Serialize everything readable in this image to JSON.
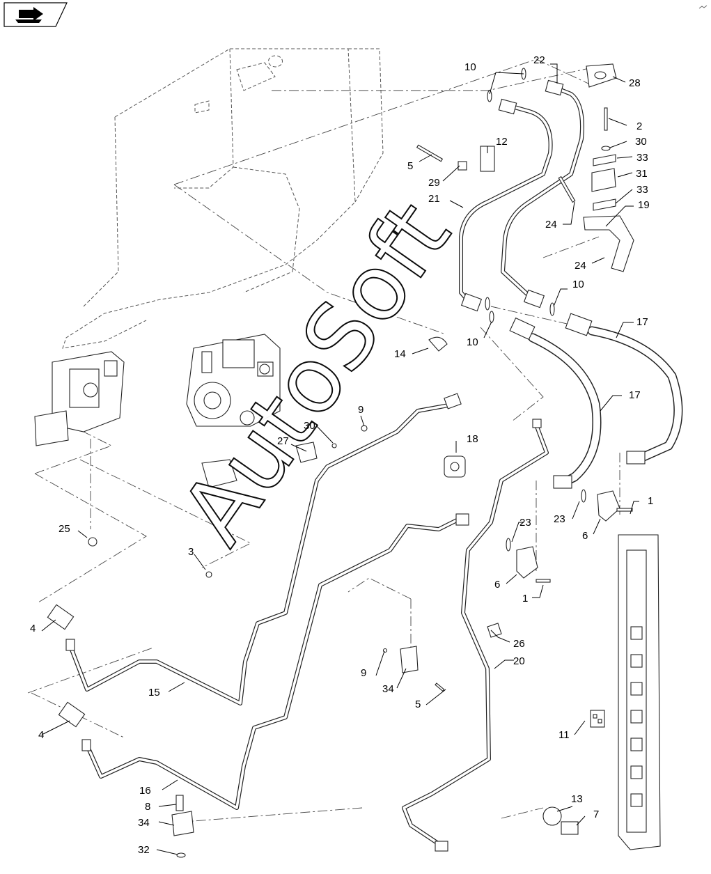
{
  "watermark": "AutoSoft",
  "icons": {
    "corner_nav": "arrow-book-icon"
  },
  "callouts": [
    {
      "label": "10",
      "name": "callout-10-a"
    },
    {
      "label": "22",
      "name": "callout-22"
    },
    {
      "label": "28",
      "name": "callout-28"
    },
    {
      "label": "2",
      "name": "callout-2"
    },
    {
      "label": "30",
      "name": "callout-30-a"
    },
    {
      "label": "33",
      "name": "callout-33-a"
    },
    {
      "label": "12",
      "name": "callout-12"
    },
    {
      "label": "5",
      "name": "callout-5-a"
    },
    {
      "label": "31",
      "name": "callout-31"
    },
    {
      "label": "29",
      "name": "callout-29"
    },
    {
      "label": "33",
      "name": "callout-33-b"
    },
    {
      "label": "21",
      "name": "callout-21"
    },
    {
      "label": "19",
      "name": "callout-19"
    },
    {
      "label": "24",
      "name": "callout-24-a"
    },
    {
      "label": "24",
      "name": "callout-24-b"
    },
    {
      "label": "10",
      "name": "callout-10-b"
    },
    {
      "label": "17",
      "name": "callout-17-a"
    },
    {
      "label": "10",
      "name": "callout-10-c"
    },
    {
      "label": "14",
      "name": "callout-14"
    },
    {
      "label": "17",
      "name": "callout-17-b"
    },
    {
      "label": "9",
      "name": "callout-9-a"
    },
    {
      "label": "18",
      "name": "callout-18"
    },
    {
      "label": "30",
      "name": "callout-30-b"
    },
    {
      "label": "27",
      "name": "callout-27"
    },
    {
      "label": "1",
      "name": "callout-1-a"
    },
    {
      "label": "23",
      "name": "callout-23-a"
    },
    {
      "label": "23",
      "name": "callout-23-b"
    },
    {
      "label": "6",
      "name": "callout-6-a"
    },
    {
      "label": "25",
      "name": "callout-25"
    },
    {
      "label": "3",
      "name": "callout-3"
    },
    {
      "label": "6",
      "name": "callout-6-b"
    },
    {
      "label": "1",
      "name": "callout-1-b"
    },
    {
      "label": "4",
      "name": "callout-4-a"
    },
    {
      "label": "26",
      "name": "callout-26"
    },
    {
      "label": "9",
      "name": "callout-9-b"
    },
    {
      "label": "20",
      "name": "callout-20"
    },
    {
      "label": "15",
      "name": "callout-15"
    },
    {
      "label": "34",
      "name": "callout-34-a"
    },
    {
      "label": "5",
      "name": "callout-5-b"
    },
    {
      "label": "4",
      "name": "callout-4-b"
    },
    {
      "label": "11",
      "name": "callout-11"
    },
    {
      "label": "16",
      "name": "callout-16"
    },
    {
      "label": "13",
      "name": "callout-13"
    },
    {
      "label": "8",
      "name": "callout-8"
    },
    {
      "label": "7",
      "name": "callout-7"
    },
    {
      "label": "34",
      "name": "callout-34-b"
    },
    {
      "label": "32",
      "name": "callout-32"
    }
  ]
}
